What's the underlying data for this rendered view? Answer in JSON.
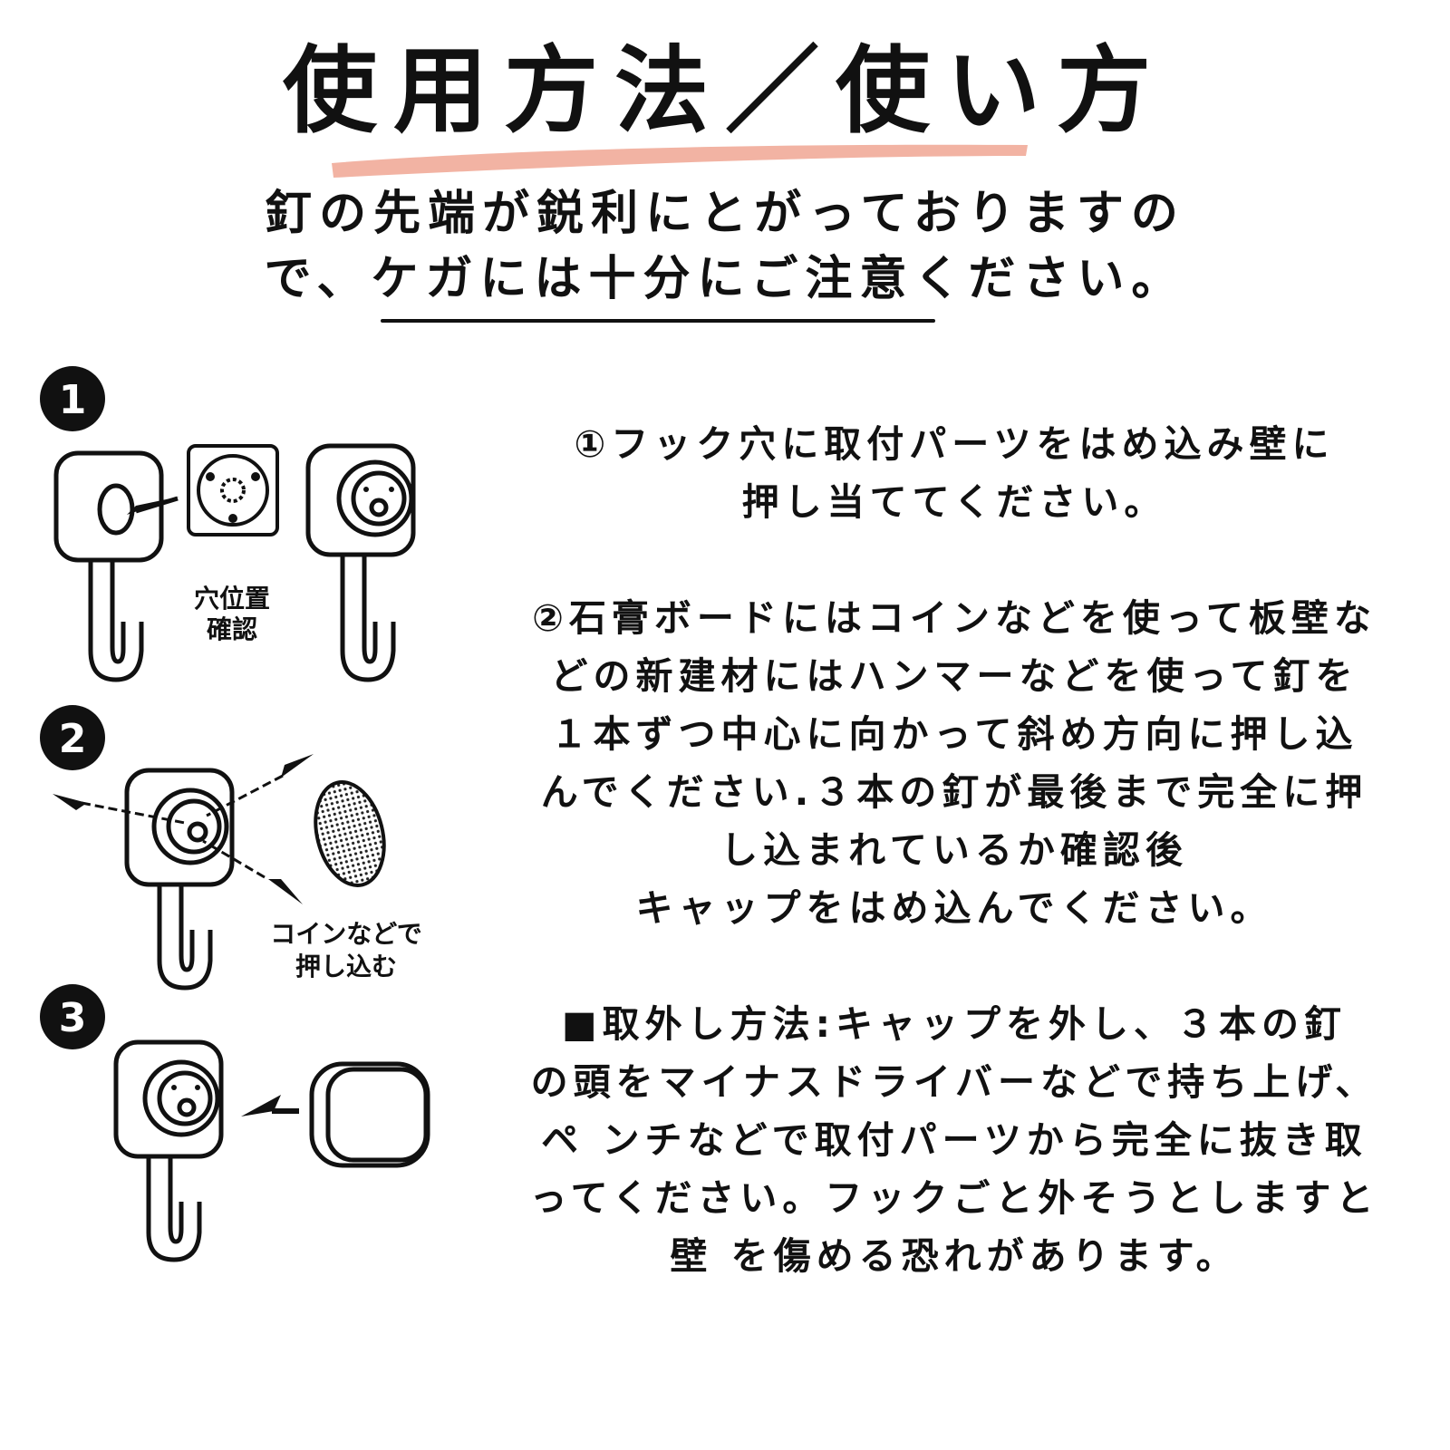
{
  "title": "使用方法／使い方",
  "warning": {
    "line1": "釘の先端が鋭利にとがっておりますの",
    "line2": "で、ケガには十分にご注意ください。"
  },
  "steps": {
    "step1_number": "1",
    "step2_number": "2",
    "step3_number": "3"
  },
  "diagram_labels": {
    "hole_position_line1": "穴位置",
    "hole_position_line2": "確認",
    "coin_line1": "コインなどで",
    "coin_line2": "押し込む"
  },
  "instructions": {
    "step1": [
      "①フック穴に取付パーツをはめ込み壁に",
      "押し当ててください。"
    ],
    "step2": [
      "②石膏ボードにはコインなどを使って板壁な",
      "どの新建材にはハンマーなどを使って釘を",
      "１本ずつ中心に向かって斜め方向に押し込",
      "んでください.３本の釘が最後まで完全に押",
      "し込まれているか確認後",
      "キャップをはめ込んでください。"
    ],
    "removal": [
      "■取外し方法:キャップを外し、３本の釘",
      "の頭をマイナスドライバーなどで持ち上げ、",
      "ペ ンチなどで取付パーツから完全に抜き取",
      "ってください。フックごと外そうとしますと",
      "壁 を傷める恐れがあります。"
    ]
  },
  "colors": {
    "accent_brush": "#f2b3a3",
    "ink": "#111111"
  }
}
